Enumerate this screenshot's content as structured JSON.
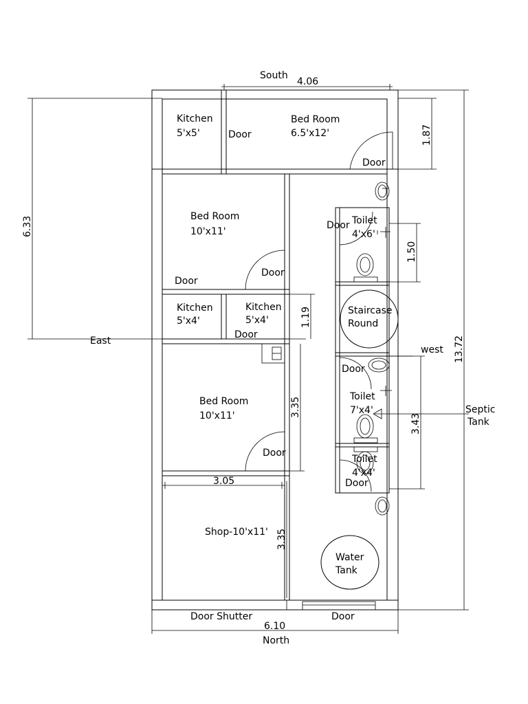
{
  "labels": {
    "south": "South",
    "north": "North",
    "east": "East",
    "west": "west",
    "septic_line1": "Septic",
    "septic_line2": "Tank"
  },
  "dimensions": {
    "top_width": "4.06",
    "bottom_width": "6.10",
    "left_height": "6.33",
    "right_height": "13.72",
    "bedroom_top_depth": "1.87",
    "toilet_top_depth": "1.50",
    "kitchen_row_depth": "1.19",
    "bedroom_lower_depth": "3.35",
    "shop_width": "3.05",
    "shop_depth": "3.35",
    "toilet_stack_depth": "3.43"
  },
  "rooms": {
    "kitchen_top": {
      "name": "Kitchen",
      "size": "5'x5'"
    },
    "bedroom_top": {
      "name": "Bed Room",
      "size": "6.5'x12'"
    },
    "bedroom_upper": {
      "name": "Bed Room",
      "size": "10'x11'"
    },
    "kitchen_left": {
      "name": "Kitchen",
      "size": "5'x4'"
    },
    "kitchen_mid": {
      "name": "Kitchen",
      "size": "5'x4'"
    },
    "bedroom_lower": {
      "name": "Bed Room",
      "size": "10'x11'"
    },
    "shop": {
      "name": "Shop-10'x11'"
    },
    "toilet_top": {
      "name": "Toilet",
      "size": "4'x6'"
    },
    "staircase": {
      "name": "Staircase",
      "size": "Round"
    },
    "toilet_mid": {
      "name": "Toilet",
      "size": "7'x4'"
    },
    "toilet_low": {
      "name": "Toilet",
      "size": "4'x4'"
    },
    "water_tank": {
      "name": "Water",
      "size": "Tank"
    }
  },
  "doors": {
    "door_kitchen_top": "Door",
    "door_bedroom_top": "Door",
    "door_bedroom_upper_left": "Door",
    "door_bedroom_upper_right": "Door",
    "door_kitchen_mid": "Door",
    "door_toilet_top": "Door",
    "door_toilet_mid": "Door",
    "door_bedroom_lower": "Door",
    "door_toilet_low": "Door",
    "door_shutter": "Door Shutter",
    "door_main": "Door"
  }
}
